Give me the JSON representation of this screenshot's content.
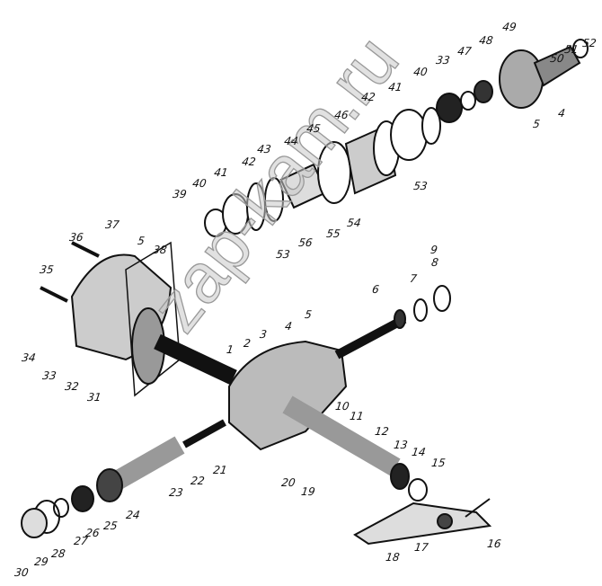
{
  "watermark": "zap-kam.ru",
  "labels": [
    "52",
    "51",
    "50",
    "49",
    "48",
    "47",
    "33",
    "40",
    "41",
    "42",
    "46",
    "45",
    "44",
    "43",
    "42",
    "41",
    "40",
    "39",
    "53",
    "53",
    "54",
    "55",
    "56",
    "5",
    "4",
    "37",
    "5",
    "38",
    "36",
    "35",
    "34",
    "33",
    "32",
    "31",
    "1",
    "2",
    "3",
    "4",
    "5",
    "6",
    "7",
    "8",
    "9",
    "10",
    "11",
    "12",
    "13",
    "14",
    "15",
    "16",
    "17",
    "18",
    "19",
    "20",
    "21",
    "22",
    "23",
    "24",
    "25",
    "26",
    "27",
    "28",
    "29",
    "30"
  ]
}
